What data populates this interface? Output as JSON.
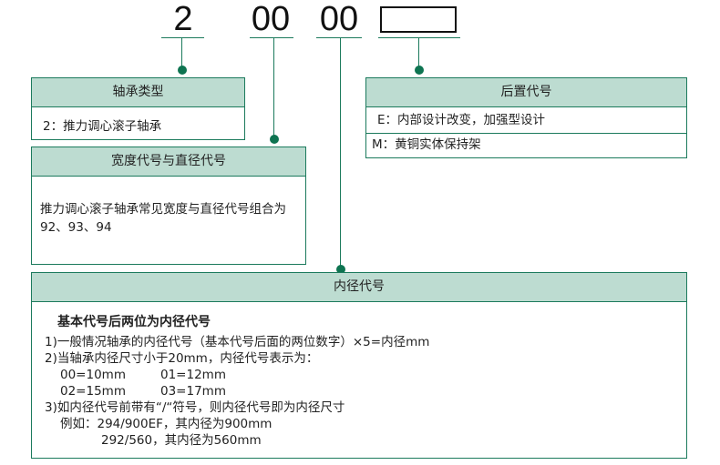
{
  "codes": {
    "type": "2",
    "width_diameter": "00",
    "bore": "00"
  },
  "bearing_type": {
    "title": "轴承类型",
    "item": "2：推力调心滚子轴承"
  },
  "width_diameter": {
    "title": "宽度代号与直径代号",
    "text": "推力调心滚子轴承常见宽度与直径代号组合为92、93、94"
  },
  "suffix": {
    "title": "后置代号",
    "items": [
      "E：内部设计改变，加强型设计",
      "M：黄铜实体保持架"
    ]
  },
  "bore": {
    "title": "内径代号",
    "heading": "基本代号后两位为内径代号",
    "line1": "1)一般情况轴承的内径代号（基本代号后面的两位数字）×5=内径mm",
    "line2": "2)当轴承内径尺寸小于20mm，内径代号表示为：",
    "pairs": [
      [
        "00=10mm",
        "01=12mm"
      ],
      [
        "02=15mm",
        "03=17mm"
      ]
    ],
    "line3": "3)如内径代号前带有“/“符号，则内径代号即为内径尺寸",
    "example1": "例如：294/900EF，其内径为900mm",
    "example2": "292/560，其内径为560mm"
  },
  "colors": {
    "border": "#1b7a5c",
    "header": "#bddcd1",
    "dot": "#0e7451"
  }
}
